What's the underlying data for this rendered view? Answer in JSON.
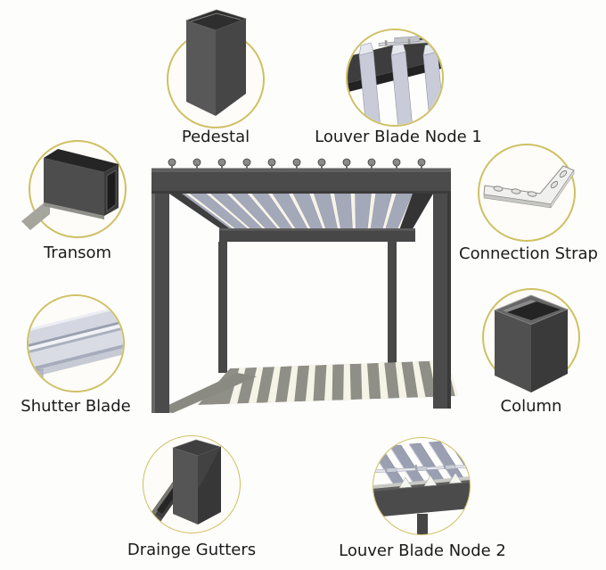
{
  "page": {
    "background": "#fdfdfc",
    "type_note": "Product component callout diagram of an aluminium louvered-roof pergola"
  },
  "colors": {
    "circle_border": "#cfc063",
    "frame_dark_gray": "#4b4b4b",
    "louver_blade_gray": "#a4a9ba",
    "ground_shadow_gray": "#8f8f88",
    "ceiling_cream": "#f6f3e7",
    "label_text": "#1b1b1b"
  },
  "diagram": {
    "center_illustration": "louvered-pergola-illustration",
    "components": [
      {
        "label": "Pedestal",
        "icon": "pedestal-illustration"
      },
      {
        "label": "Louver Blade Node 1",
        "icon": "louver-blade-node-1-illustration"
      },
      {
        "label": "Transom",
        "icon": "transom-illustration"
      },
      {
        "label": "Connection Strap",
        "icon": "connection-strap-illustration"
      },
      {
        "label": "Shutter Blade",
        "icon": "shutter-blade-illustration"
      },
      {
        "label": "Column",
        "icon": "column-illustration"
      },
      {
        "label": "Drainge Gutters",
        "icon": "drainage-gutters-illustration"
      },
      {
        "label": "Louver Blade Node 2",
        "icon": "louver-blade-node-2-illustration"
      }
    ]
  }
}
